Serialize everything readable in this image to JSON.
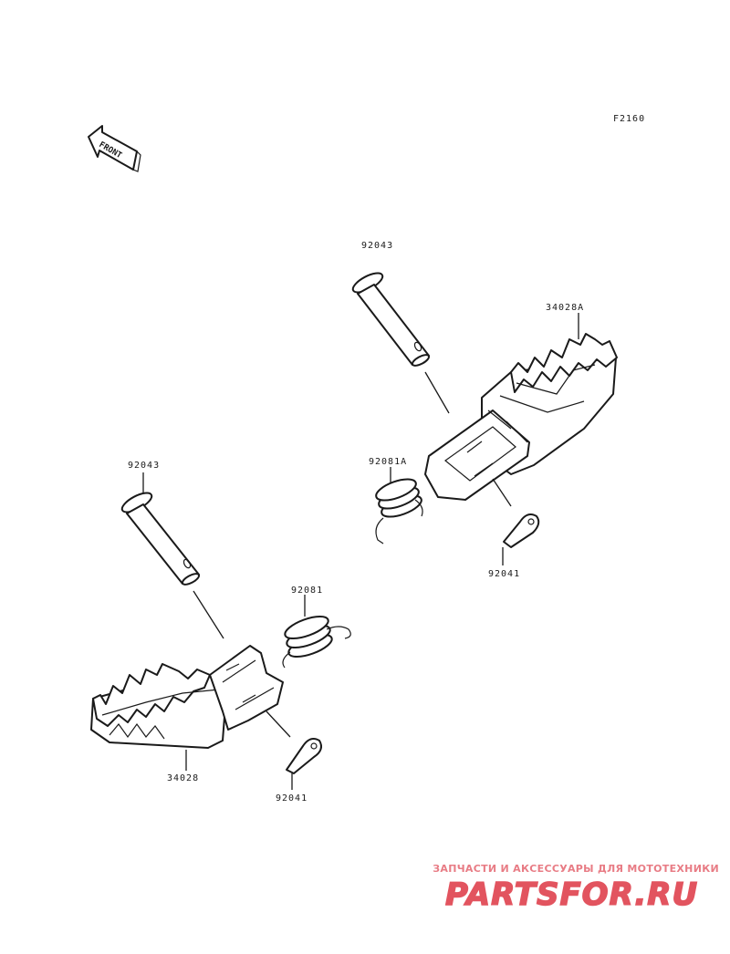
{
  "diagram_code": "F2160",
  "front_label": "FRONT",
  "labels": {
    "pin_right": "92043",
    "footpeg_right": "34028A",
    "spring_right": "92081A",
    "cotter_right": "92041",
    "pin_left": "92043",
    "spring_left": "92081",
    "footpeg_left": "34028",
    "cotter_left": "92041"
  },
  "watermark": {
    "tagline": "ЗАПЧАСТИ И АКСЕССУАРЫ ДЛЯ МОТОТЕХНИКИ",
    "logo": "PARTSFOR.RU",
    "color": "#e2545f"
  }
}
